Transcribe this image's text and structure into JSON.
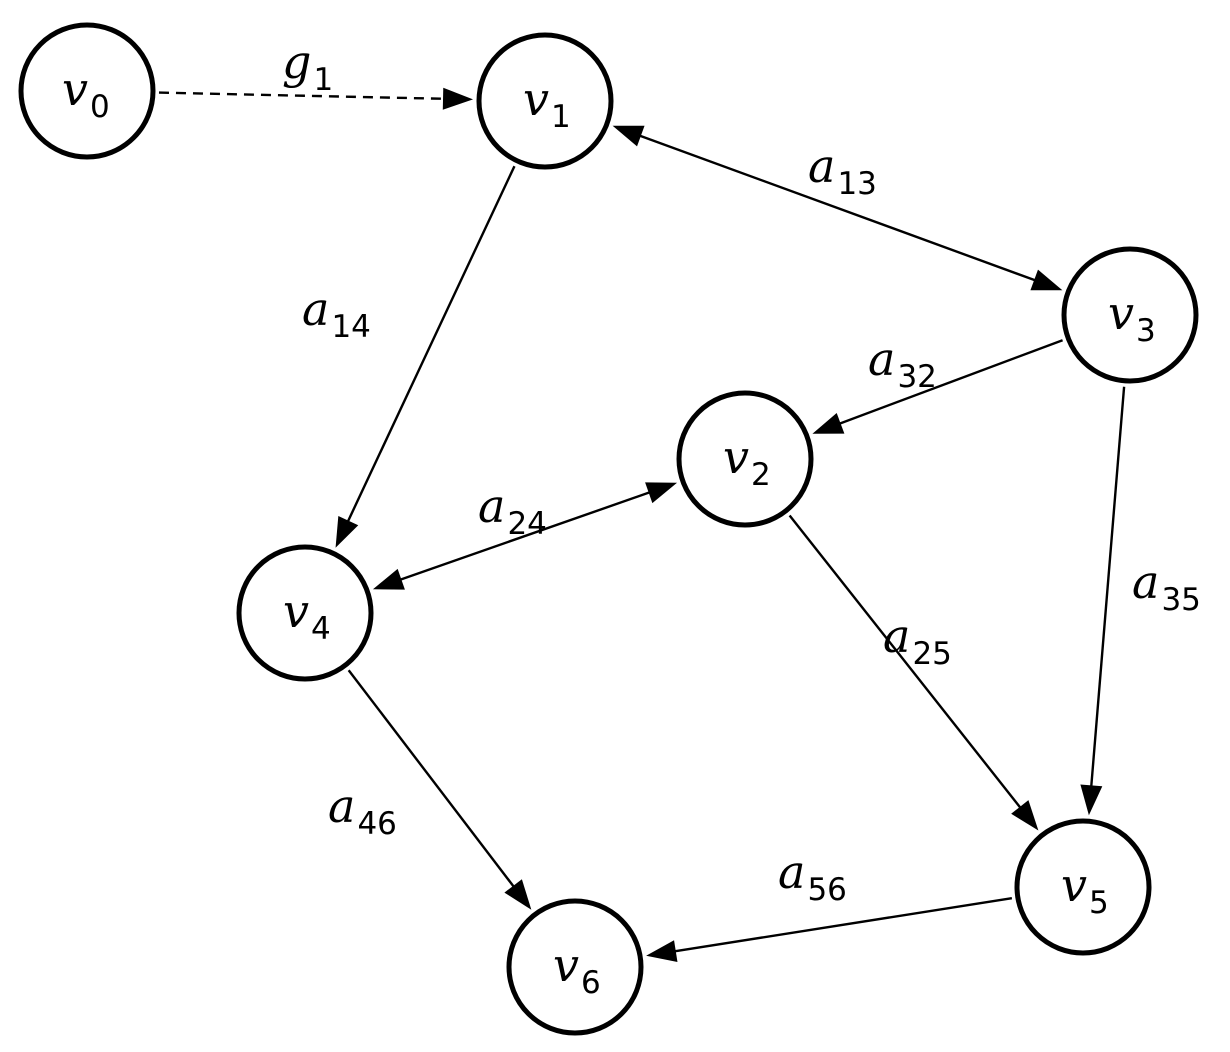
{
  "nodes": [
    {
      "id": "v0",
      "name": "v",
      "sub": "0"
    },
    {
      "id": "v1",
      "name": "v",
      "sub": "1"
    },
    {
      "id": "v2",
      "name": "v",
      "sub": "2"
    },
    {
      "id": "v3",
      "name": "v",
      "sub": "3"
    },
    {
      "id": "v4",
      "name": "v",
      "sub": "4"
    },
    {
      "id": "v5",
      "name": "v",
      "sub": "5"
    },
    {
      "id": "v6",
      "name": "v",
      "sub": "6"
    }
  ],
  "edges": [
    {
      "id": "g1",
      "from": "v0",
      "to": "v1",
      "name": "g",
      "sub": "1",
      "style": "dashed",
      "bidirectional": false
    },
    {
      "id": "a13",
      "from": "v1",
      "to": "v3",
      "name": "a",
      "sub": "13",
      "style": "solid",
      "bidirectional": true
    },
    {
      "id": "a14",
      "from": "v1",
      "to": "v4",
      "name": "a",
      "sub": "14",
      "style": "solid",
      "bidirectional": false
    },
    {
      "id": "a32",
      "from": "v3",
      "to": "v2",
      "name": "a",
      "sub": "32",
      "style": "solid",
      "bidirectional": false
    },
    {
      "id": "a24",
      "from": "v4",
      "to": "v2",
      "name": "a",
      "sub": "24",
      "style": "solid",
      "bidirectional": true
    },
    {
      "id": "a35",
      "from": "v3",
      "to": "v5",
      "name": "a",
      "sub": "35",
      "style": "solid",
      "bidirectional": false
    },
    {
      "id": "a25",
      "from": "v2",
      "to": "v5",
      "name": "a",
      "sub": "25",
      "style": "solid",
      "bidirectional": false
    },
    {
      "id": "a46",
      "from": "v4",
      "to": "v6",
      "name": "a",
      "sub": "46",
      "style": "solid",
      "bidirectional": false
    },
    {
      "id": "a56",
      "from": "v5",
      "to": "v6",
      "name": "a",
      "sub": "56",
      "style": "solid",
      "bidirectional": false
    }
  ]
}
